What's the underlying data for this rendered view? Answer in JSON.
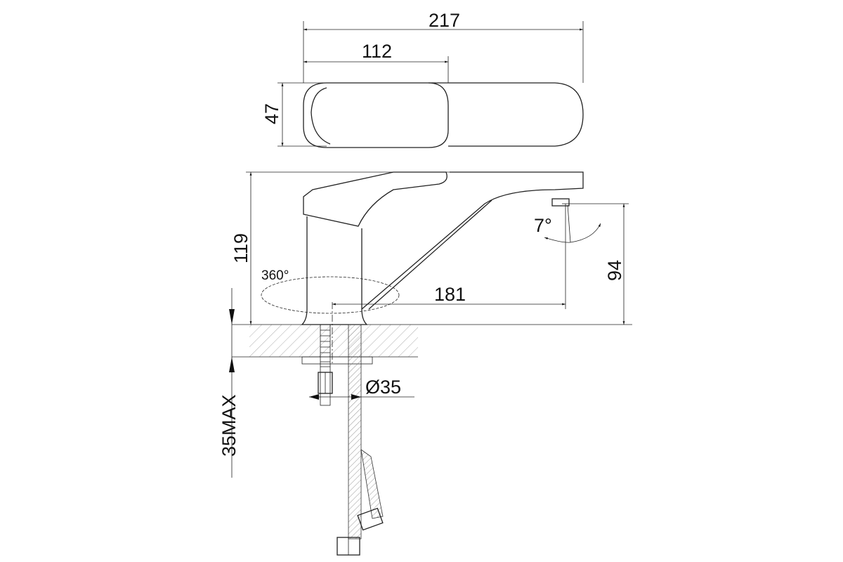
{
  "dimensions": {
    "total_length": "217",
    "handle_length": "112",
    "handle_width": "47",
    "height": "119",
    "spout_height": "94",
    "spout_reach": "181",
    "rotation": "360°",
    "angle": "7°",
    "hole_diameter": "Ø35",
    "max_counter": "35MAX"
  },
  "colors": {
    "line": "#222222",
    "hatch": "#888888"
  }
}
